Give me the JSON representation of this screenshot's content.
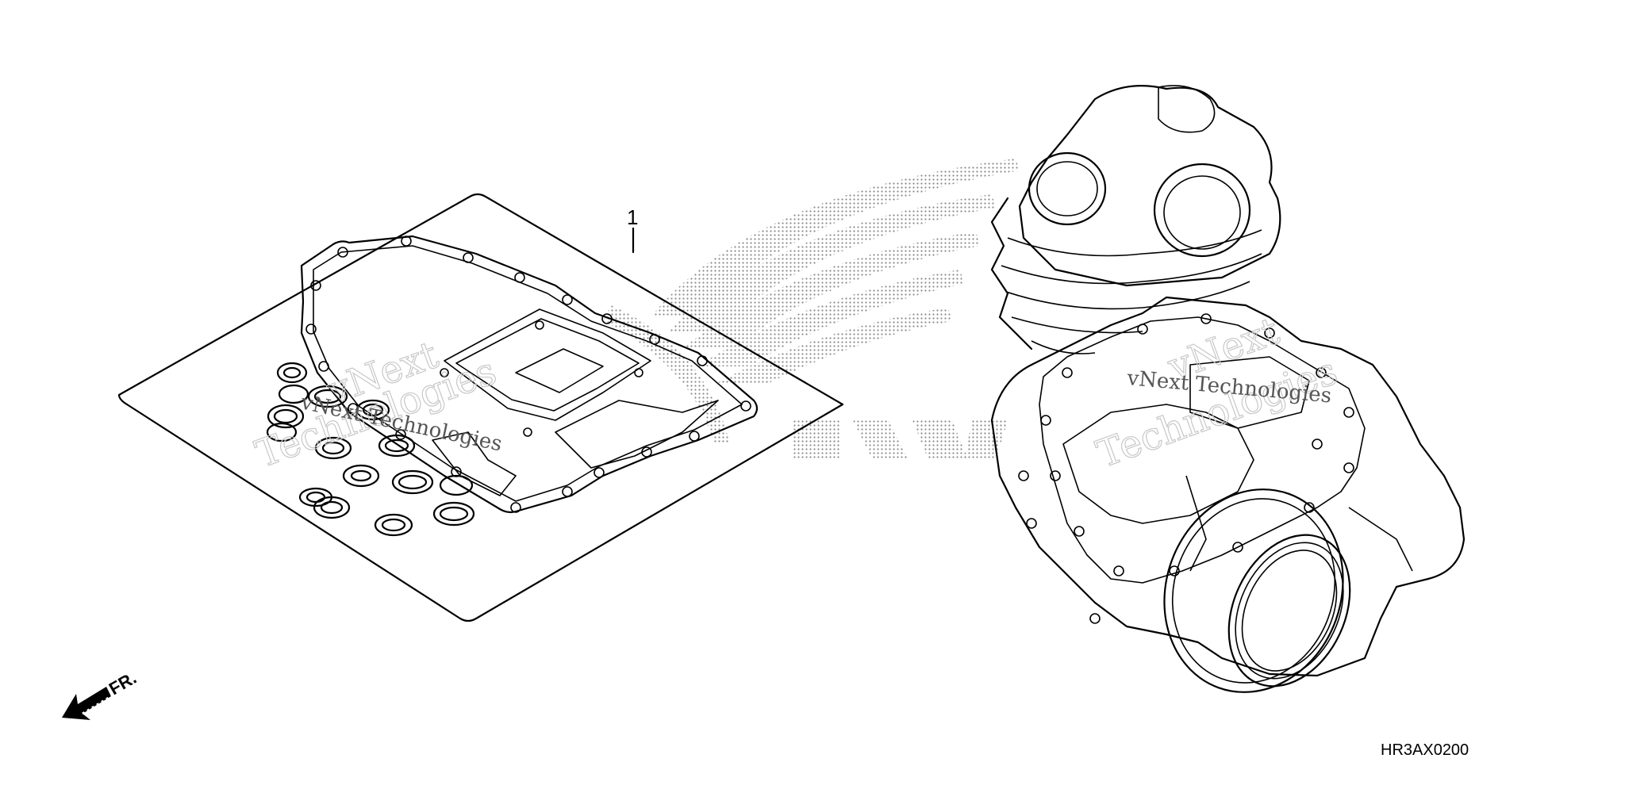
{
  "diagram": {
    "callout_label": "1",
    "diagram_code": "HR3AX0200",
    "direction_label": "FR.",
    "watermark_line1": "vNext",
    "watermark_line2": "Technologies",
    "watermark_inline": "vNext Technologies"
  },
  "icons": {
    "direction_arrow": "front-direction-arrow-icon",
    "brand_logo": "wing-logo-icon"
  },
  "colors": {
    "line": "#000000",
    "background": "#ffffff",
    "logo_dots": "#9a9a9a",
    "watermark": "#c8c8c8"
  }
}
